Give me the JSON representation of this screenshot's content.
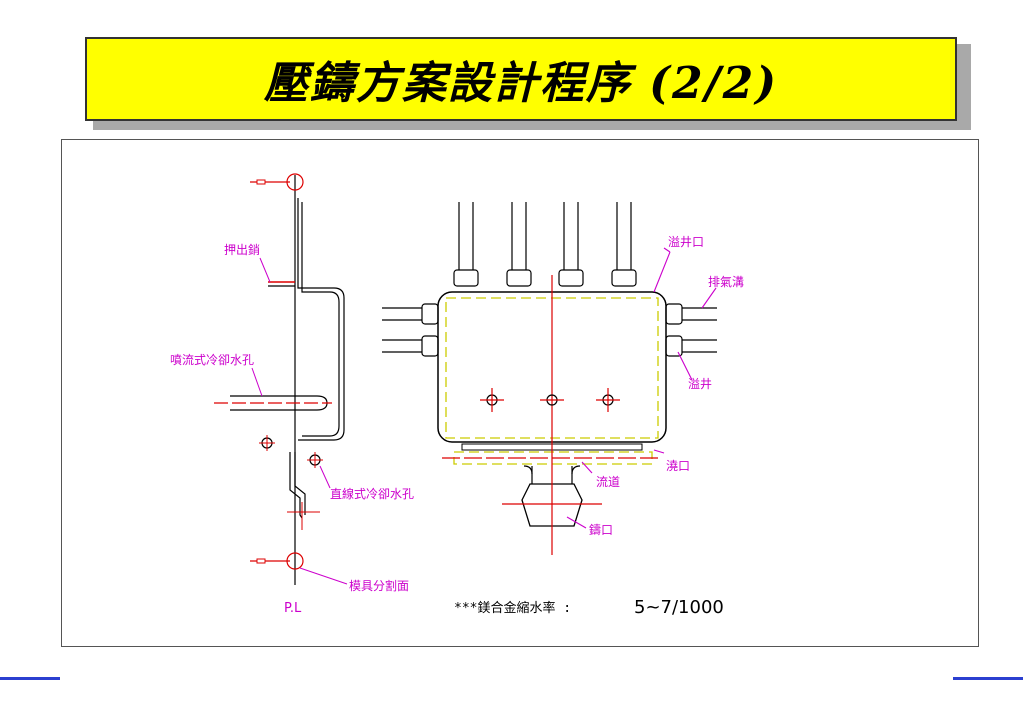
{
  "title": "壓鑄方案設計程序 (2/2)",
  "labels": {
    "ejector_pin": "押出銷",
    "spray_cooling_hole": "噴流式冷卻水孔",
    "straight_cooling_hole": "直線式冷卻水孔",
    "parting_surface": "模具分割面",
    "pl": "P.L",
    "overflow_entrance": "溢井口",
    "vent": "排氣溝",
    "overflow_well": "溢井",
    "gate": "澆口",
    "runner": "流道",
    "sprue": "鑄口"
  },
  "note": {
    "prefix": "***鎂合金縮水率 :",
    "value": "5~7/1000"
  },
  "colors": {
    "title_bg": "#ffff00",
    "label": "#cc00cc",
    "centerline": "#dd0000",
    "outline": "#000000",
    "overflow_dash": "#cccc00",
    "footer_line": "#2b3fd0"
  }
}
